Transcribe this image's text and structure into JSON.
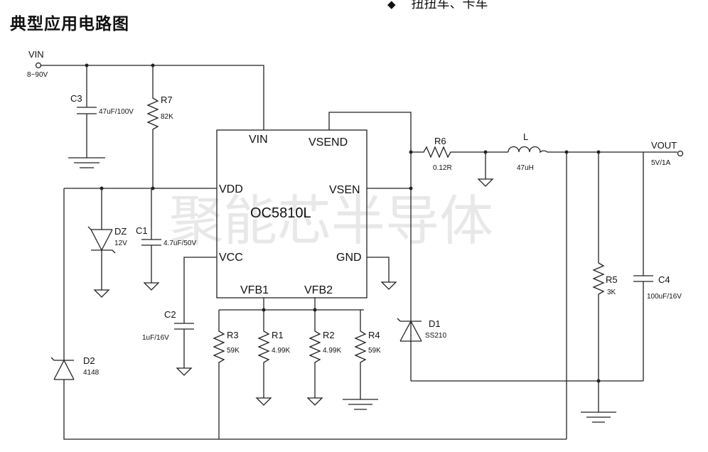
{
  "title": "典型应用电路图",
  "bullet_text": "扭扭车、卡车",
  "watermark": "聚能芯半导体",
  "chip": {
    "name": "OC5810L",
    "pins": {
      "vin": "VIN",
      "vsend": "VSEND",
      "vdd": "VDD",
      "vsen": "VSEN",
      "vcc": "VCC",
      "gnd": "GND",
      "vfb1": "VFB1",
      "vfb2": "VFB2"
    }
  },
  "terminals": {
    "vin": {
      "label": "VIN",
      "value": "8~90V"
    },
    "vout": {
      "label": "VOUT",
      "value": "5V/1A"
    }
  },
  "components": {
    "c3": {
      "label": "C3",
      "value": "47uF/100V"
    },
    "r7": {
      "label": "R7",
      "value": "82K"
    },
    "dz": {
      "label": "DZ",
      "value": "12V"
    },
    "c1": {
      "label": "C1",
      "value": "4.7uF/50V"
    },
    "c2": {
      "label": "C2",
      "value": "1uF/16V"
    },
    "d2": {
      "label": "D2",
      "value": "4148"
    },
    "r3": {
      "label": "R3",
      "value": "59K"
    },
    "r1": {
      "label": "R1",
      "value": "4.99K"
    },
    "r2": {
      "label": "R2",
      "value": "4.99K"
    },
    "r4": {
      "label": "R4",
      "value": "59K"
    },
    "r6": {
      "label": "R6",
      "value": "0.12R"
    },
    "l": {
      "label": "L",
      "value": "47uH"
    },
    "d1": {
      "label": "D1",
      "value": "SS210"
    },
    "r5": {
      "label": "R5",
      "value": "3K"
    },
    "c4": {
      "label": "C4",
      "value": "100uF/16V"
    }
  }
}
